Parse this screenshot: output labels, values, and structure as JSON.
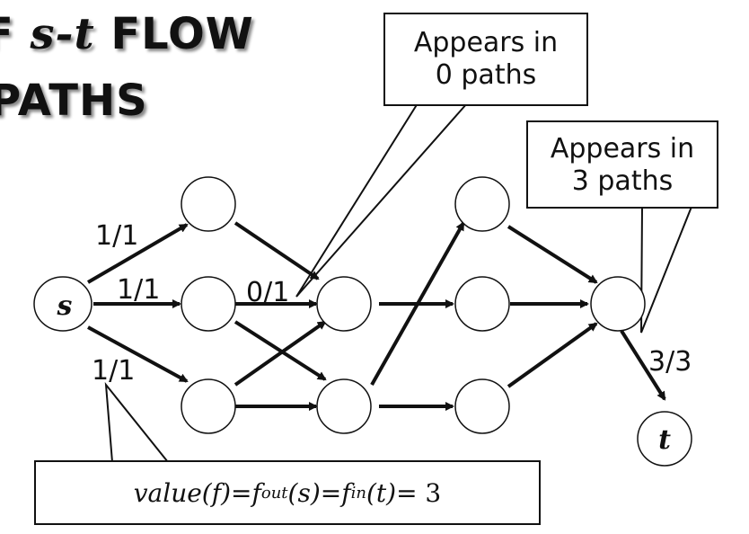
{
  "title": {
    "line1_prefix": "F ",
    "line1_var": "s-t",
    "line1_suffix": " FLOW",
    "line2": "PATHS"
  },
  "callouts": {
    "top": {
      "line1": "Appears in",
      "line2": "0 paths"
    },
    "right": {
      "line1": "Appears in",
      "line2": "3 paths"
    }
  },
  "formula": {
    "lhs": "value(f)",
    "eq": " = ",
    "f_out_base": "f",
    "f_out_sup": "out",
    "f_out_arg": "(s)",
    "f_in_base": "f",
    "f_in_sup": "in",
    "f_in_arg": "(t)",
    "rhs": " = 3"
  },
  "nodes": {
    "source": "s",
    "sink": "t"
  },
  "edge_labels": {
    "s_top": "1/1",
    "s_mid": "1/1",
    "s_bot": "1/1",
    "mid_zero": "0/1",
    "to_t": "3/3"
  },
  "colors": {
    "ink": "#111111",
    "background": "#ffffff"
  }
}
